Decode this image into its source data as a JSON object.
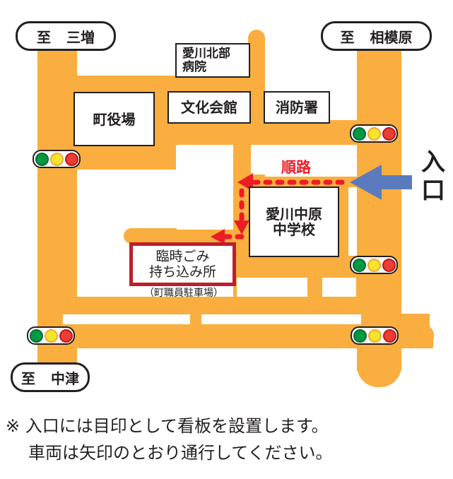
{
  "colors": {
    "road": "#F9AE3F",
    "route": "#ED1C24",
    "entrance_arrow": "#5B7BBE",
    "target_border": "#BE1E2D",
    "light_green": "#009A44",
    "light_yellow": "#F5E52A",
    "light_red": "#EE3D34"
  },
  "directions": [
    {
      "prefix": "至",
      "place": "三増"
    },
    {
      "prefix": "至",
      "place": "相模原"
    },
    {
      "prefix": "至",
      "place": "中津"
    }
  ],
  "buildings": {
    "hospital": "愛川北部\n病院",
    "town_hall": "町役場",
    "culture_hall": "文化会館",
    "fire_station": "消防署",
    "school": "愛川中原\n中学校"
  },
  "drop_off": {
    "title_line1": "臨時ごみ",
    "title_line2": "持ち込み所",
    "subtitle": "（町職員駐車場）"
  },
  "route_label": "順路",
  "entrance_label": {
    "line1": "入",
    "line2": "口"
  },
  "traffic_lights": [
    {
      "id": "upper-left"
    },
    {
      "id": "upper-right"
    },
    {
      "id": "middle-right"
    },
    {
      "id": "lower-left"
    },
    {
      "id": "lower-right"
    }
  ],
  "notice": {
    "line1": "※ 入口には目印として看板を設置します。",
    "line2": "車両は矢印のとおり通行してください。"
  }
}
